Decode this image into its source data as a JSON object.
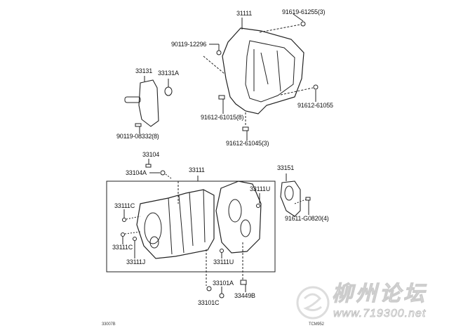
{
  "diagram": {
    "labels": {
      "bellhousing": "31111",
      "bolt_top_right": "91619-61255(3)",
      "bolt_left": "90119-12296",
      "cover": "33131",
      "seal": "33131A",
      "bolt_right": "91612-61055",
      "bolt_lower_8": "91612-61015(8)",
      "bolt_cover": "90119-08332(8)",
      "bolt_lower_3": "91612-61045(3)",
      "plug_top": "33104",
      "plug_top_a": "33104A",
      "case": "33111",
      "side_cover": "33151",
      "pin_u_top": "33111U",
      "pin_c_top": "33111C",
      "bolt_side_cover": "91611-G0820(4)",
      "pin_c_bottom": "33111C",
      "pin_j": "33111J",
      "pin_u_bottom": "33111U",
      "plug_a": "33101A",
      "plug_b": "33449B",
      "plug_c": "33101C",
      "figure_code": "33007B",
      "figure_ref": "TCM952"
    },
    "watermark": {
      "title": "柳州论坛",
      "url": "www.719300.net"
    }
  }
}
